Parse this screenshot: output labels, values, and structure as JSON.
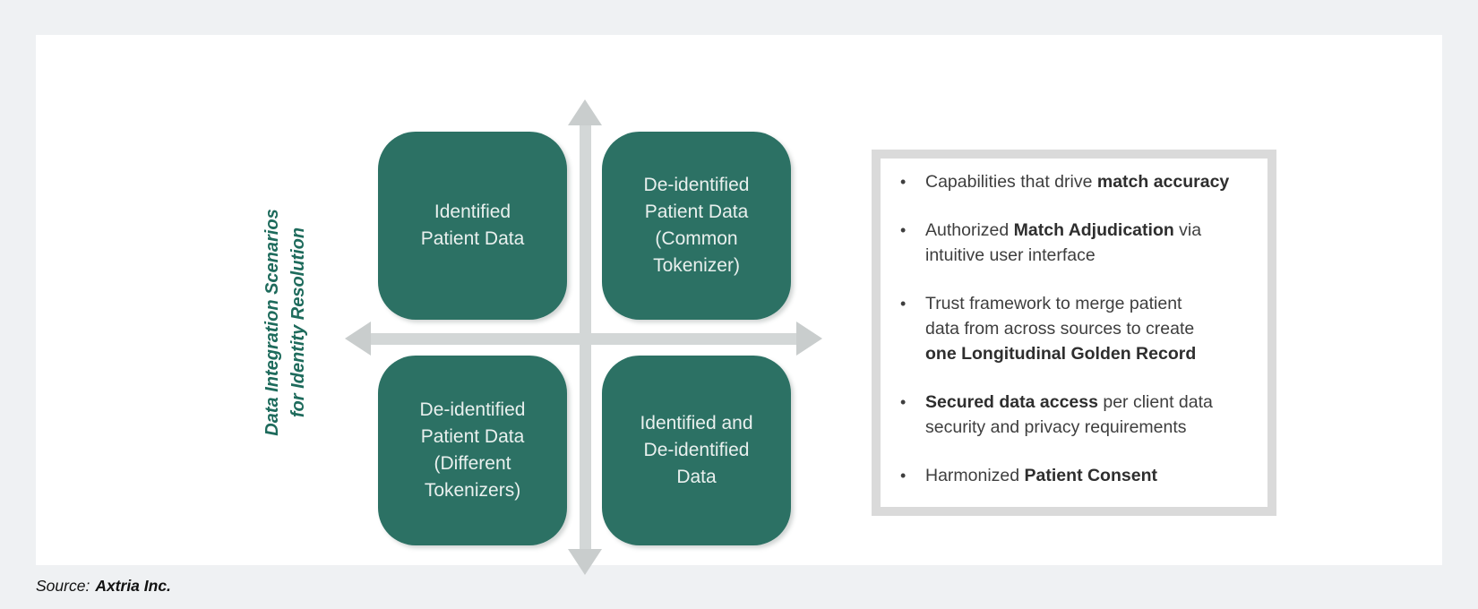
{
  "colors": {
    "page_background": "#EFF1F3",
    "panel_background": "#FFFFFF",
    "quadrant_green": "#2C7164",
    "quadrant_text": "#E9F0EE",
    "axis_label_green": "#1E6B5C",
    "arrow_bar_gray": "#D3D7D7",
    "arrow_head_gray": "#C9CDCD",
    "capabilities_border_gray": "#DADADA",
    "bullet_text_gray": "#3E3E3E"
  },
  "diagram": {
    "axis_label": "Data Integration Scenarios\nfor Identity Resolution",
    "quadrants": [
      {
        "position": "top-left",
        "label": "Identified\nPatient Data"
      },
      {
        "position": "top-right",
        "label": "De-identified\nPatient Data\n(Common\nTokenizer)"
      },
      {
        "position": "bottom-left",
        "label": "De-identified\nPatient Data\n(Different\nTokenizers)"
      },
      {
        "position": "bottom-right",
        "label": "Identified and\nDe-identified\nData"
      }
    ]
  },
  "capabilities_panel": {
    "bullets": [
      {
        "segments": [
          {
            "text": "Capabilities that drive ",
            "bold": false
          },
          {
            "text": "match accuracy",
            "bold": true
          }
        ]
      },
      {
        "segments": [
          {
            "text": "Authorized ",
            "bold": false
          },
          {
            "text": "Match Adjudication",
            "bold": true
          },
          {
            "text": " via\nintuitive user interface",
            "bold": false
          }
        ]
      },
      {
        "segments": [
          {
            "text": "Trust framework to merge patient\ndata from across sources to create\n",
            "bold": false
          },
          {
            "text": "one Longitudinal Golden Record",
            "bold": true
          }
        ]
      },
      {
        "segments": [
          {
            "text": "Secured data access",
            "bold": true
          },
          {
            "text": " per client data\nsecurity and privacy requirements",
            "bold": false
          }
        ]
      },
      {
        "segments": [
          {
            "text": "Harmonized ",
            "bold": false
          },
          {
            "text": "Patient Consent",
            "bold": true
          }
        ]
      }
    ]
  },
  "source": {
    "prefix": "Source:",
    "name": "Axtria Inc."
  }
}
